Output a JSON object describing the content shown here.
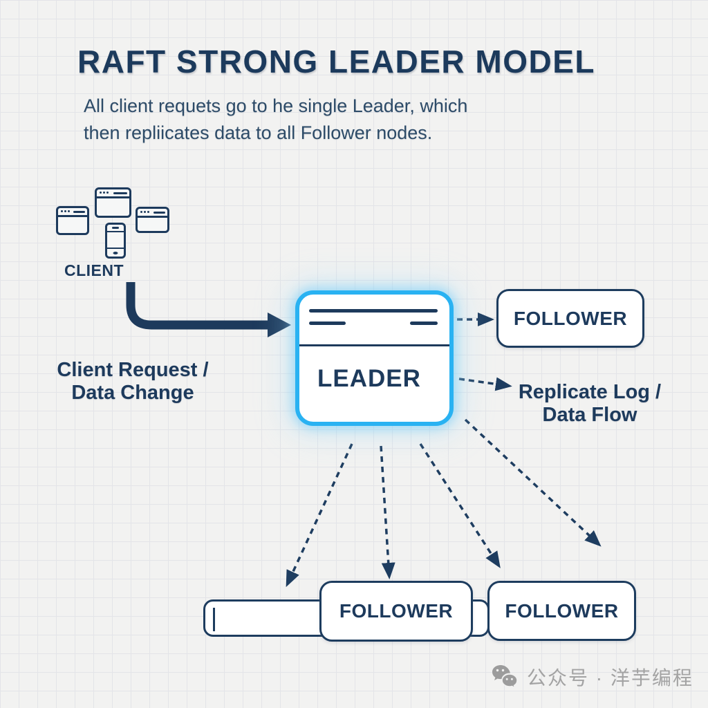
{
  "title": "RAFT STRONG LEADER MODEL",
  "subtitle": "All client requets go to he single Leader, which\nthen repliicates data to all Follower nodes.",
  "client": {
    "label": "CLIENT",
    "icons": [
      "browser-window",
      "browser-window",
      "browser-window",
      "smartphone"
    ]
  },
  "nodes": {
    "leader": {
      "label": "LEADER"
    },
    "follower_top": {
      "label": "FOLLOWER"
    },
    "follower_bottom_left": {
      "label": "FOLLOWER"
    },
    "follower_bottom_right": {
      "label": "FOLLOWER"
    }
  },
  "edges": {
    "client_to_leader_label": "Client Request /\nData Change",
    "leader_to_followers_label": "Replicate Log /\nData Flow"
  },
  "watermark": {
    "icon": "wechat-icon",
    "text": "公众号 · 洋芋编程"
  },
  "colors": {
    "background": "#f2f2f1",
    "grid_line": "#e3e4e8",
    "navy": "#1d3a5c",
    "slate_text": "#2d4b68",
    "leader_accent": "#29b2f2",
    "leader_glow": "#a0dcfa",
    "node_fill": "#ffffff",
    "watermark_gray": "#a3a3a3"
  }
}
